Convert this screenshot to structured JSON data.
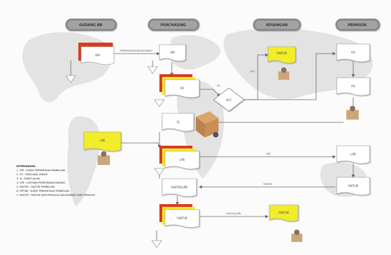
{
  "lanes": {
    "gudang": "GUDANG BB",
    "purchasing": "PURCHASING",
    "keuangan": "KEUANGAN",
    "pemasok": "PEMASOK"
  },
  "docs": {
    "spp_gudang": "SPP",
    "spp_purch": "SPP",
    "po_stack": "PO",
    "keu_doc": "FAKTUR",
    "pemasok_po1": "PO",
    "pemasok_po2": "PO",
    "fk_center": "SJ",
    "lpb_left": "LPB",
    "lpb_stack": "LPB",
    "pemasok_lpb": "LPB",
    "pemasok_faktur": "FAKTUR",
    "mid_doc": "FAKTUR/LPB",
    "faktur_stack": "FAKTUR",
    "keu_bottom": "FAKTUR"
  },
  "edges": {
    "e1": "PERMINTAAN BAHAN BAKU",
    "e2": "ACC",
    "e3": "PO",
    "e4": "LPB",
    "e5": "FAKTUR",
    "e6": "FAKTUR/LPB"
  },
  "decision": "ACC",
  "legend": {
    "title": "KETERANGAN:",
    "items": [
      "1. SPP : SURAT PERMINTAAN PEMBELIAN",
      "2. PO : PURCHASE ORDER",
      "3. SJ : SURAT JALAN",
      "4. LPB : LAPORAN PENERIMAAN BARANG",
      "5. FAKTUR : FAKTUR PEMBELIAN",
      "6. SPP BB : SURAT PERMINTAAN PEMBELIAN",
      "7. FAKTUR : FAKTUR DARI PEMASOK DAN BARANG DARI PEMASOK"
    ]
  },
  "colors": {
    "lane_fill": "#8a8a8a",
    "doc_yellow": "#f2ec2a",
    "doc_red": "#d93a1f",
    "doc_white": "#ffffff",
    "line": "#666666",
    "map": "#e3e3e3"
  }
}
